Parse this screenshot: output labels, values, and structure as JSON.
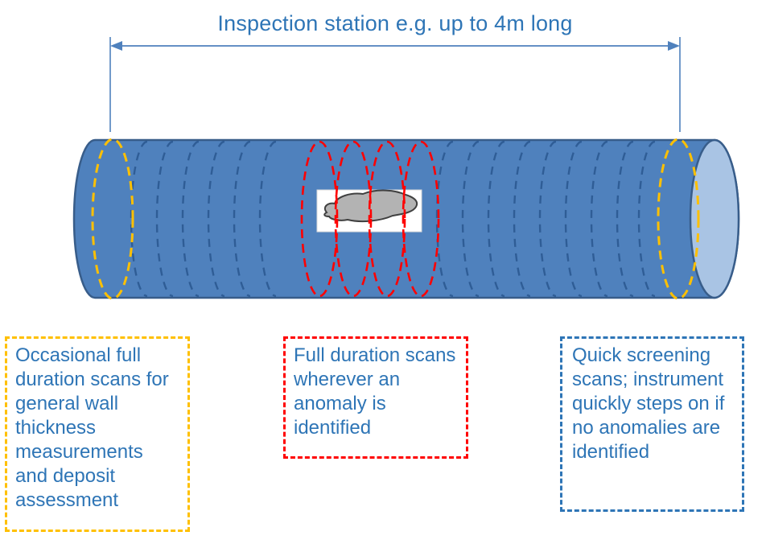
{
  "title": "Inspection station e.g. up to 4m long",
  "legend": {
    "occasional": "Occasional full duration scans for general wall thickness measurements and deposit assessment",
    "full_duration": "Full duration scans wherever an anomaly is identified",
    "quick_screening": "Quick screening scans; instrument quickly steps on if no anomalies are identified"
  },
  "colors": {
    "text_blue": "#2e75b6",
    "arrow_blue": "#4f81bd",
    "pipe_fill": "#4f81bd",
    "pipe_outline": "#385d8a",
    "pipe_end_fill": "#a9c4e4",
    "ring_dash_blue": "#2f5d96",
    "scan_ring_yellow": "#ffc000",
    "anomaly_ring_red": "#ff0000",
    "anomaly_blob_fill": "#b3b3b3",
    "anomaly_blob_outline": "#404040"
  }
}
